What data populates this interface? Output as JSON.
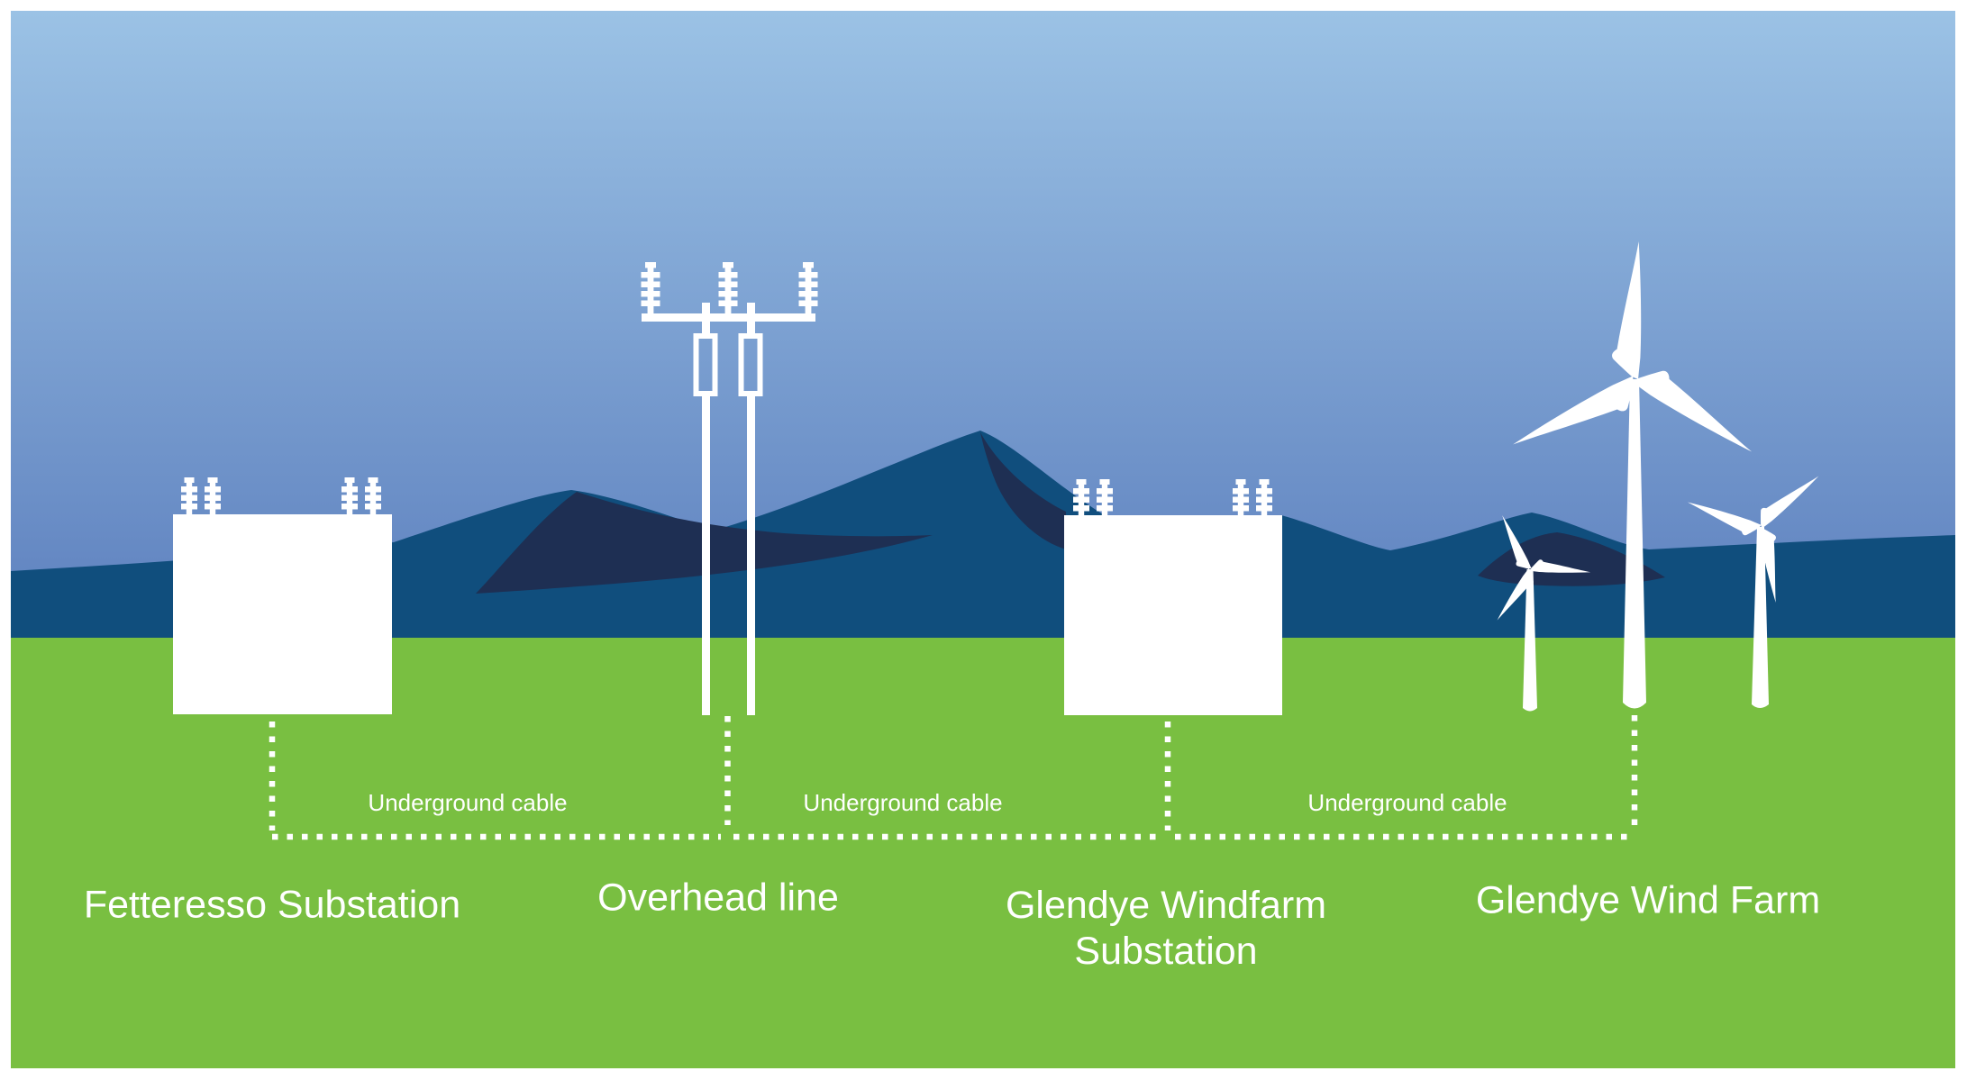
{
  "labels": {
    "fetteresso": "Fetteresso Substation",
    "overhead_line": "Overhead line",
    "glendye_substation": [
      "Glendye Windfarm",
      "Substation"
    ],
    "glendye_wind_farm": "Glendye Wind Farm",
    "underground_cable": "Underground cable"
  },
  "colors": {
    "sky_top": "#9BC2E5",
    "sky_bottom": "#6083C0",
    "mountain": "#104E7D",
    "mountain_shadow": "#1E2F53",
    "grass": "#79BF41",
    "structure_white": "#FFFFFF"
  }
}
